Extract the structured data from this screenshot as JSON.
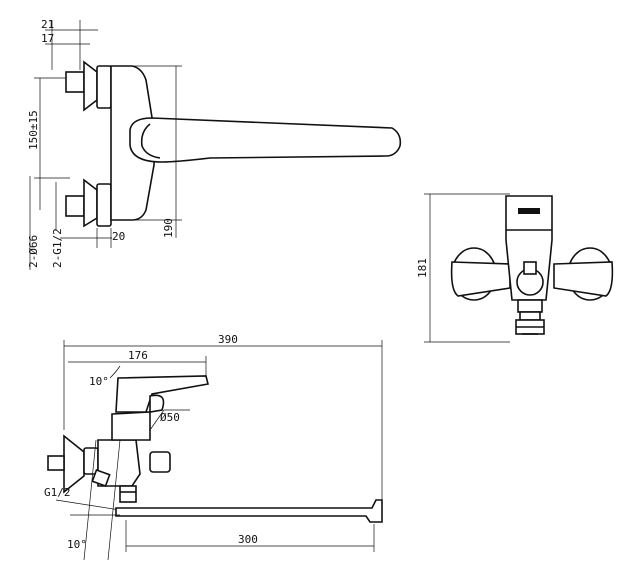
{
  "dimensions": {
    "top_view": {
      "d21": "21",
      "d17": "17",
      "d150": "150±15",
      "d2phi66": "2-Ø66",
      "d2g12": "2-G1/2",
      "d20": "20",
      "d190": "190"
    },
    "front_view": {
      "d181": "181"
    },
    "side_view": {
      "d390": "390",
      "d176": "176",
      "angle_top": "10°",
      "phi50": "Ø50",
      "g12": "G1/2",
      "angle_bottom": "10°",
      "d300": "300"
    }
  }
}
